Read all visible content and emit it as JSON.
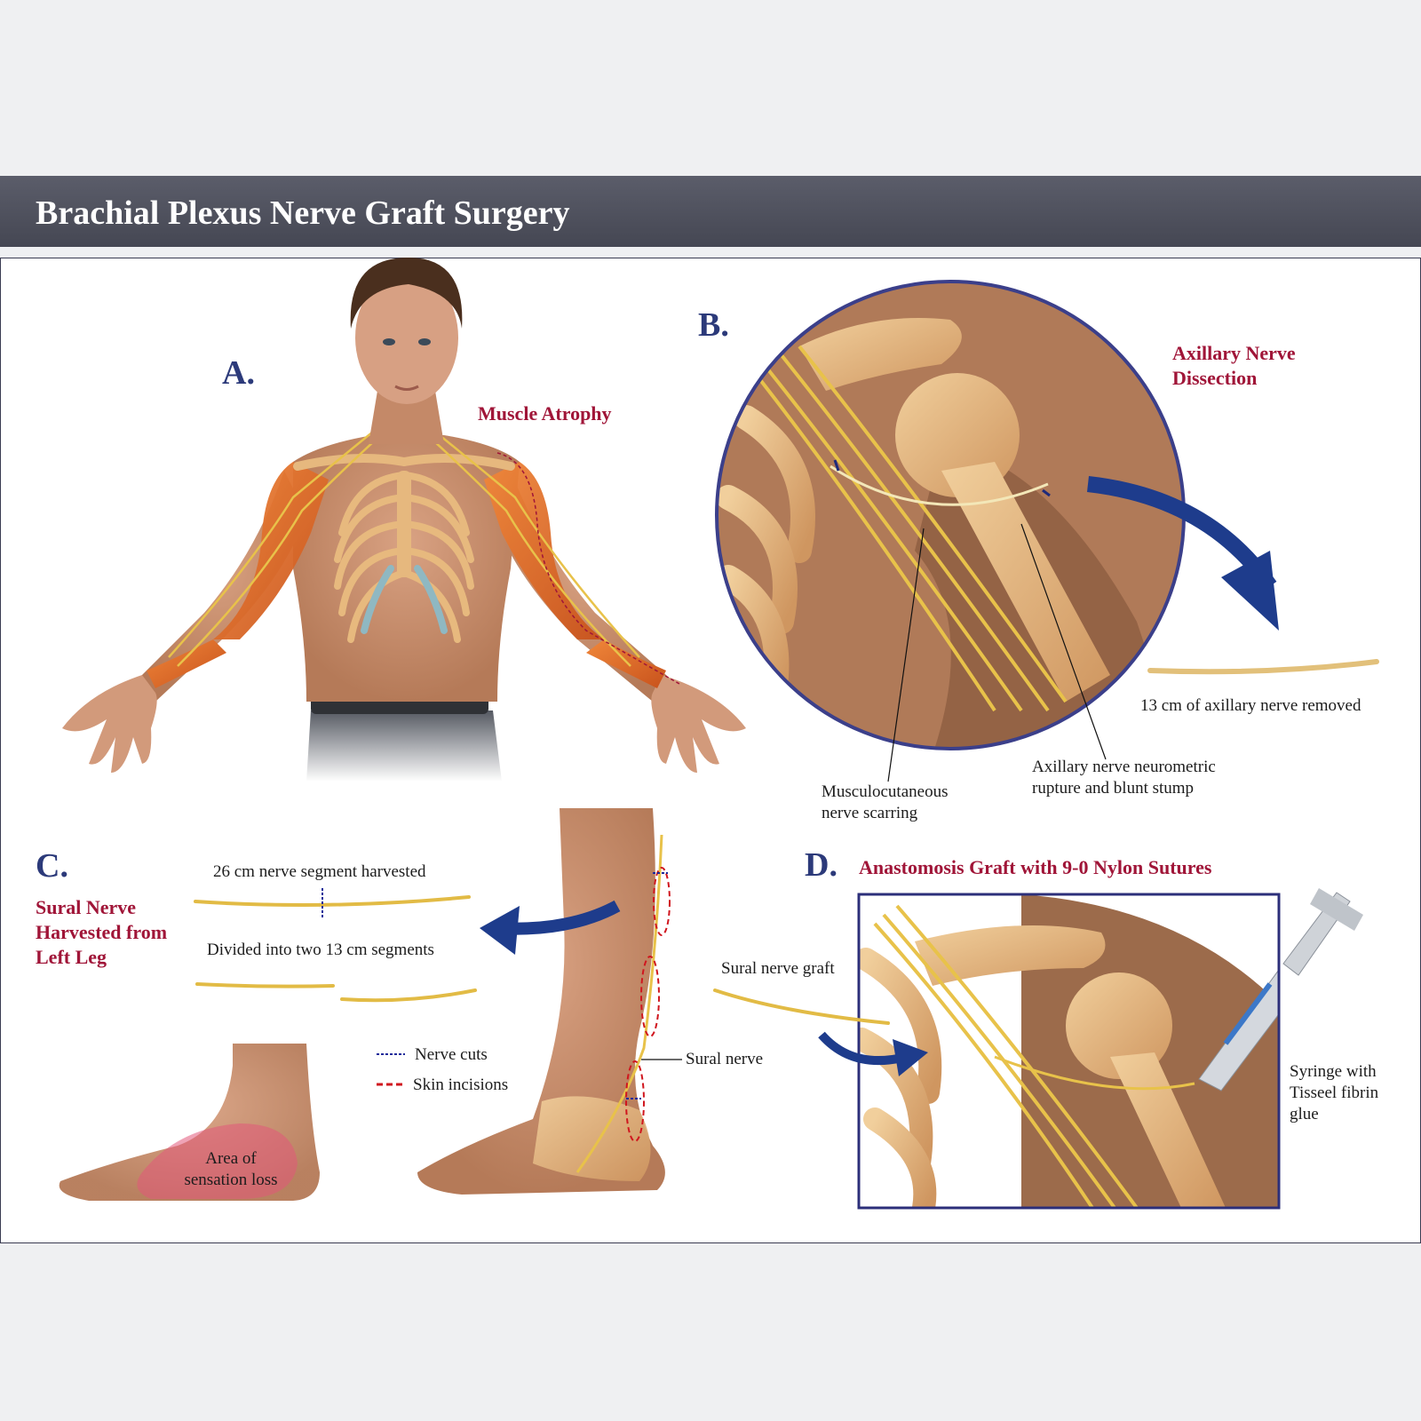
{
  "title": "Brachial Plexus Nerve Graft Surgery",
  "panels": {
    "a": {
      "letter": "A.",
      "muscle_atrophy": "Muscle Atrophy"
    },
    "b": {
      "letter": "B.",
      "heading_line1": "Axillary Nerve",
      "heading_line2": "Dissection",
      "removed": "13 cm of axillary nerve removed",
      "musculo_line1": "Musculocutaneous",
      "musculo_line2": "nerve scarring",
      "axillary_line1": "Axillary nerve neurometric",
      "axillary_line2": "rupture and blunt stump"
    },
    "c": {
      "letter": "C.",
      "heading_line1": "Sural Nerve",
      "heading_line2": "Harvested from",
      "heading_line3": "Left Leg",
      "harvested": "26 cm nerve segment harvested",
      "divided": "Divided into two 13 cm segments",
      "legend_cuts": "Nerve cuts",
      "legend_incisions": "Skin incisions",
      "sensation_line1": "Area of",
      "sensation_line2": "sensation loss",
      "sural_nerve": "Sural nerve"
    },
    "d": {
      "letter": "D.",
      "heading": "Anastomosis Graft with 9-0 Nylon Sutures",
      "graft": "Sural nerve graft",
      "syringe_line1": "Syringe with",
      "syringe_line2": "Tisseel fibrin",
      "syringe_line3": "glue"
    }
  },
  "colors": {
    "title_bar": "#4f515d",
    "heading_red": "#a01538",
    "letter_blue": "#2c3a7a",
    "arrow_blue": "#1e3c8c",
    "nerve_yellow": "#e8c24a",
    "muscle_orange": "#e8772e",
    "bone": "#e6b87e",
    "skin": "#c68d6a",
    "cartilage": "#8fb8c2"
  }
}
